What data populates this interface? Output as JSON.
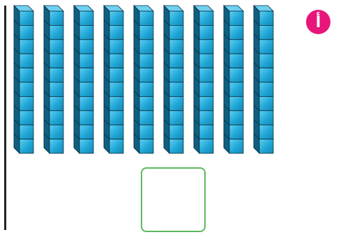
{
  "badge": {
    "label": "أ"
  },
  "blocks": {
    "rods": 9,
    "cubes_per_rod": 10,
    "colors": {
      "front": "#1fa6d6",
      "front_light": "#47c2ea",
      "side": "#0f5f80",
      "top": "#6fd1f2",
      "edge": "#0a2a3a"
    }
  },
  "answer_box": {
    "value": "",
    "border_color": "#5cb85c"
  },
  "divider": {
    "color": "#222222"
  }
}
